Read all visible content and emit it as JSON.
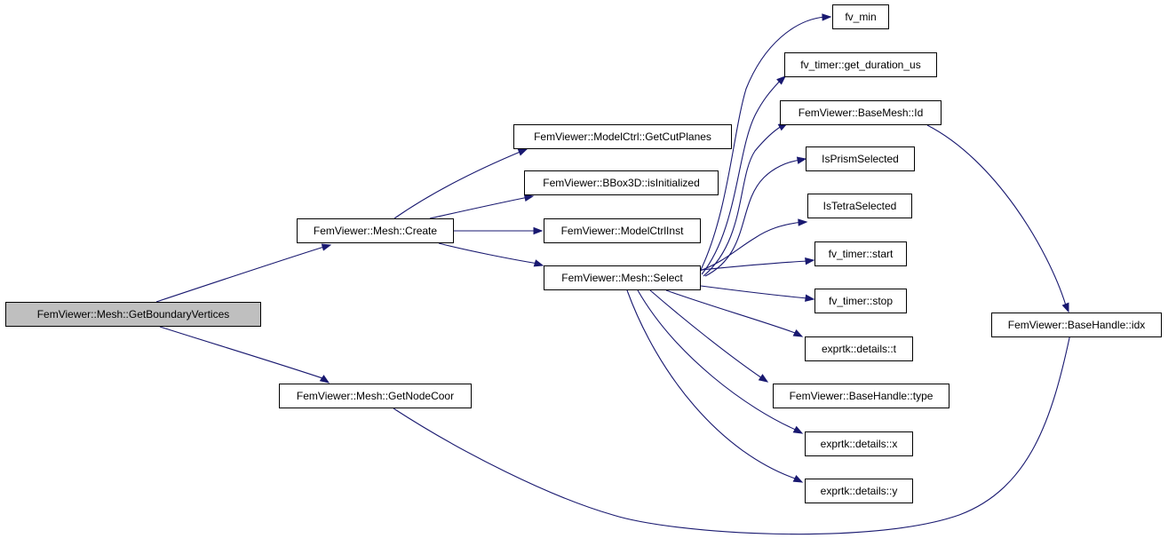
{
  "graph": {
    "edge_color": "#191970",
    "root_fill": "#bfbfbf",
    "nodes": {
      "root": "FemViewer::Mesh::GetBoundaryVertices",
      "create": "FemViewer::Mesh::Create",
      "getnodecoor": "FemViewer::Mesh::GetNodeCoor",
      "getcutplanes": "FemViewer::ModelCtrl::GetCutPlanes",
      "isinitialized": "FemViewer::BBox3D::isInitialized",
      "modelctrlinst": "FemViewer::ModelCtrlInst",
      "select": "FemViewer::Mesh::Select",
      "fv_min": "fv_min",
      "get_duration": "fv_timer::get_duration_us",
      "basemesh_id": "FemViewer::BaseMesh::Id",
      "isprism": "IsPrismSelected",
      "istetra": "IsTetraSelected",
      "timer_start": "fv_timer::start",
      "timer_stop": "fv_timer::stop",
      "details_t": "exprtk::details::t",
      "basehandle_type": "FemViewer::BaseHandle::type",
      "details_x": "exprtk::details::x",
      "details_y": "exprtk::details::y",
      "basehandle_idx": "FemViewer::BaseHandle::idx"
    }
  }
}
